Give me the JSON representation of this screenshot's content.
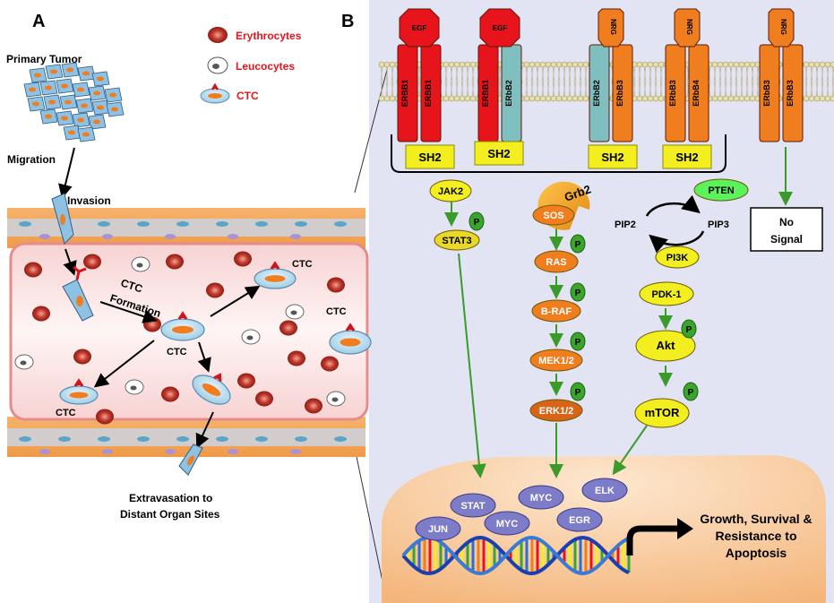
{
  "panel_a": {
    "letter": "A",
    "legend": {
      "erythrocytes": "Erythrocytes",
      "leucocytes": "Leucocytes",
      "ctc": "CTC"
    },
    "labels": {
      "primary_tumor": "Primary Tumor",
      "migration": "Migration",
      "invasion": "Invasion",
      "ctc_formation_1": "CTC",
      "ctc_formation_2": "Formation",
      "ctc_center": "CTC",
      "ctc_top": "CTC",
      "ctc_right": "CTC",
      "ctc_left": "CTC",
      "extravasation_1": "Extravasation to",
      "extravasation_2": "Distant Organ Sites"
    }
  },
  "panel_b": {
    "letter": "B",
    "ligands": [
      "EGF",
      "EGF",
      "NRG",
      "NRG",
      "NRG"
    ],
    "receptors": [
      [
        "ERBB1",
        "ERBB1"
      ],
      [
        "ERBB1",
        "ERbB2"
      ],
      [
        "ERbB2",
        "ERbB3"
      ],
      [
        "ERbB3",
        "ERbB4"
      ],
      [
        "ERbB3",
        "ERbB3"
      ]
    ],
    "sh2": [
      "SH2",
      "SH2",
      "SH2",
      "SH2"
    ],
    "no_signal_1": "No",
    "no_signal_2": "Signal",
    "pathway": {
      "jak2": "JAK2",
      "stat3": "STAT3",
      "grb2": "Grb2",
      "sos": "SOS",
      "ras": "RAS",
      "braf": "B-RAF",
      "mek": "MEK1/2",
      "erk": "ERK1/2",
      "pten": "PTEN",
      "pip2": "PIP2",
      "pip3": "PIP3",
      "pi3k": "PI3K",
      "pdk1": "PDK-1",
      "akt": "Akt",
      "mtor": "mTOR",
      "phospho": "P"
    },
    "nucleus": {
      "factors": [
        "STAT",
        "MYC",
        "ELK",
        "JUN",
        "MYC",
        "EGR"
      ],
      "outcome_1": "Growth, Survival &",
      "outcome_2": "Resistance to",
      "outcome_3": "Apoptosis"
    }
  },
  "colors": {
    "erythrocyte": "#c0392b",
    "receptor_red": "#e8141b",
    "receptor_orange": "#f07d1e",
    "receptor_teal": "#7fbfbf",
    "sh2": "#f2ee1f",
    "panel_b_bg": "#e2e4f3",
    "pathway_green": "#3a9a2a",
    "nucleus": "#f8c591",
    "tf_purple": "#7c7cc8"
  }
}
